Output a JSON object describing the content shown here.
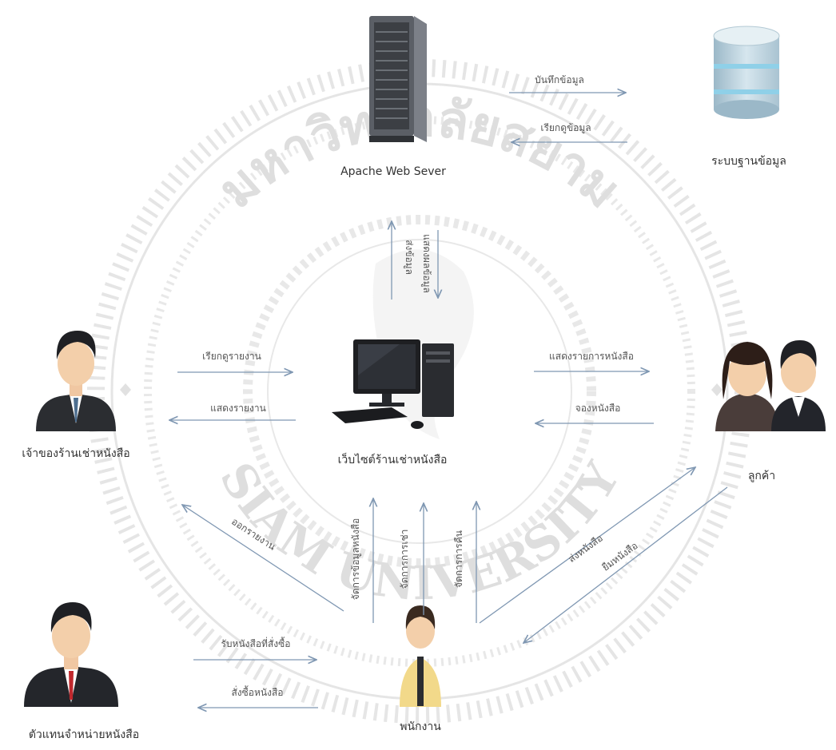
{
  "watermark": {
    "thai_text": "มหาวิทยาลัยสยาม",
    "english_text": "SIAM UNIVERSITY"
  },
  "nodes": {
    "web_server": {
      "label": "Apache Web Sever",
      "icon": "server-rack-icon"
    },
    "database": {
      "label": "ระบบฐานข้อมูล",
      "icon": "database-icon"
    },
    "website": {
      "label": "เว็บไซต์ร้านเช่าหนังสือ",
      "icon": "desktop-computer-icon"
    },
    "owner": {
      "label": "เจ้าของร้านเช่าหนังสือ",
      "icon": "businessman-icon"
    },
    "customer": {
      "label": "ลูกค้า",
      "icon": "customers-couple-icon"
    },
    "staff": {
      "label": "พนักงาน",
      "icon": "staff-person-icon"
    },
    "distributor": {
      "label": "ตัวแทนจำหน่ายหนังสือ",
      "icon": "businessman-icon"
    }
  },
  "flows": [
    {
      "id": "server-to-db",
      "label": "บันทึกข้อมูล"
    },
    {
      "id": "db-to-server",
      "label": "เรียกดูข้อมูล"
    },
    {
      "id": "web-to-server",
      "label": "ส่งข้อมูล"
    },
    {
      "id": "server-to-web",
      "label": "แสดงผลข้อมูล"
    },
    {
      "id": "owner-to-web",
      "label": "เรียกดูรายงาน"
    },
    {
      "id": "web-to-owner",
      "label": "แสดงรายงาน"
    },
    {
      "id": "web-to-customer",
      "label": "แสดงรายการหนังสือ"
    },
    {
      "id": "customer-to-web",
      "label": "จองหนังสือ"
    },
    {
      "id": "staff-to-web-1",
      "label": "จัดการข้อมูลหนังสือ"
    },
    {
      "id": "staff-to-web-2",
      "label": "จัดการการเช่า"
    },
    {
      "id": "staff-to-web-3",
      "label": "จัดการการคืน"
    },
    {
      "id": "staff-to-owner",
      "label": "ออกรายงาน"
    },
    {
      "id": "staff-to-customer",
      "label": "ส่งหนังสือ"
    },
    {
      "id": "customer-to-staff",
      "label": "ยืมหนังสือ"
    },
    {
      "id": "distributor-to-staff",
      "label": "รับหนังสือที่สั่งซื้อ"
    },
    {
      "id": "staff-to-distributor",
      "label": "สั่งซื้อหนังสือ"
    }
  ]
}
